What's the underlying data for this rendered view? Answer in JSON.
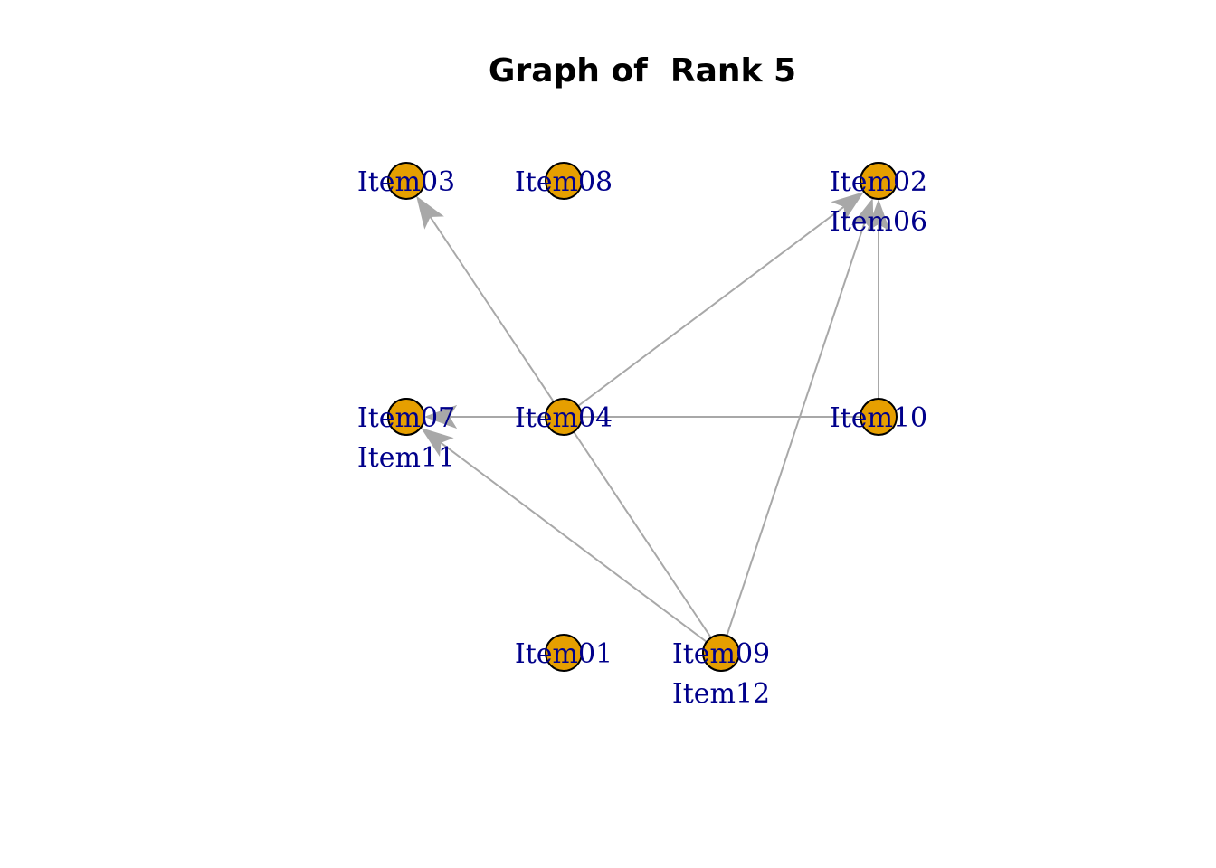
{
  "title": "Graph of  Rank 5",
  "colors": {
    "node": "#E69F00",
    "edge": "#A8A8A8",
    "label": "#00008B"
  },
  "nodes": [
    {
      "id": "Item03",
      "label": "Item03"
    },
    {
      "id": "Item08",
      "label": "Item08"
    },
    {
      "id": "Item02",
      "label": "Item02"
    },
    {
      "id": "Item06",
      "label": "Item06"
    },
    {
      "id": "Item07",
      "label": "Item07"
    },
    {
      "id": "Item11",
      "label": "Item11"
    },
    {
      "id": "Item04",
      "label": "Item04"
    },
    {
      "id": "Item10",
      "label": "Item10"
    },
    {
      "id": "Item01",
      "label": "Item01"
    },
    {
      "id": "Item09",
      "label": "Item09"
    },
    {
      "id": "Item12",
      "label": "Item12"
    }
  ],
  "edges": [
    {
      "from": "Item04",
      "to": "Item03",
      "arrow": true
    },
    {
      "from": "Item04",
      "to": "Item02",
      "arrow": true
    },
    {
      "from": "Item04",
      "to": "Item07",
      "arrow": true
    },
    {
      "from": "Item10",
      "to": "Item11",
      "arrow": true
    },
    {
      "from": "Item10",
      "to": "Item06",
      "arrow": true
    },
    {
      "from": "Item09",
      "to": "Item07",
      "arrow": true
    },
    {
      "from": "Item12",
      "to": "Item02",
      "arrow": true
    },
    {
      "from": "Item04",
      "to": "Item09",
      "arrow": false
    }
  ]
}
